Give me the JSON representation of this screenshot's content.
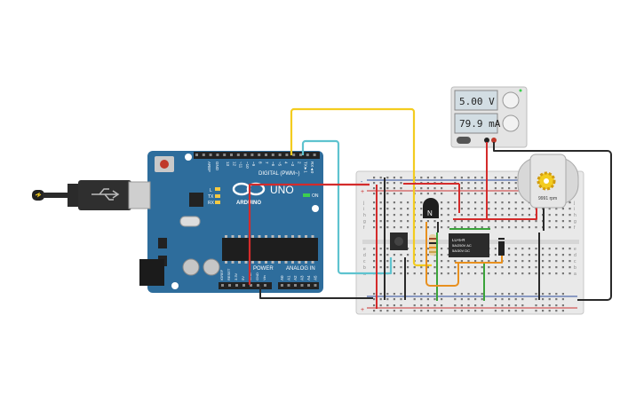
{
  "arduino": {
    "brand": "ARDUINO",
    "model": "UNO",
    "digital_header": "DIGITAL (PWM~)",
    "power_header": "POWER",
    "analog_header": "ANALOG IN",
    "on_label": "ON",
    "tx_label": "TX",
    "rx_label": "RX",
    "l_label": "L",
    "aref_label": "AREF",
    "gnd_label": "GND",
    "pin_labels_top": [
      "13",
      "12",
      "~11",
      "~10",
      "~9",
      "8",
      "7",
      "~6",
      "~5",
      "4",
      "~3",
      "2",
      "TX►1",
      "RX◄0"
    ],
    "pin_labels_power": [
      "IOREF",
      "RESET",
      "3.3V",
      "5V",
      "GND",
      "GND",
      "Vin"
    ],
    "pin_labels_analog": [
      "A0",
      "A1",
      "A2",
      "A3",
      "A4",
      "A5"
    ]
  },
  "power_supply": {
    "voltage": "5.00 V",
    "current": "79.9 mA"
  },
  "relay": {
    "line1": "LU-5-R",
    "line2": "5A/250V AC",
    "line3": "5A/30V DC"
  },
  "transistor": {
    "label": "N"
  },
  "motor": {
    "rpm": "9991 rpm"
  },
  "breadboard": {
    "row_letters": [
      "j",
      "i",
      "h",
      "g",
      "f",
      "e",
      "d",
      "c",
      "b",
      "a"
    ],
    "plus": "+",
    "minus": "-"
  },
  "colors": {
    "board": "#2e6d9c",
    "wire_yellow": "#f3cc1f",
    "wire_cyan": "#5ec3cf",
    "wire_red": "#d42b2b",
    "wire_black": "#2a2a2a",
    "wire_orange": "#e8901f",
    "wire_green": "#3aa33a"
  }
}
